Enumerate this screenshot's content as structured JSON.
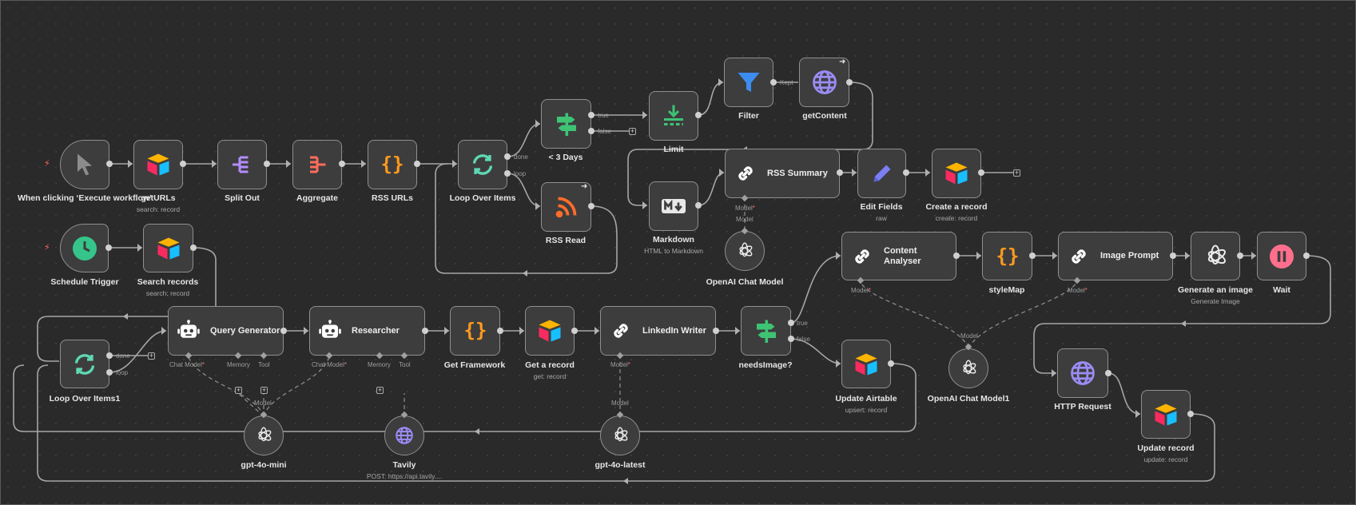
{
  "canvas": {
    "title": "n8n workflow editor"
  },
  "nodes": {
    "exec_trigger": {
      "name": "When clicking ‘Execute workflow’"
    },
    "get_urls": {
      "name": "getURLs",
      "sub": "search: record"
    },
    "split_out": {
      "name": "Split Out"
    },
    "aggregate": {
      "name": "Aggregate"
    },
    "rss_urls": {
      "name": "RSS URLs"
    },
    "loop_items": {
      "name": "Loop Over Items",
      "out_done": "done",
      "out_loop": "loop"
    },
    "three_days": {
      "name": "< 3 Days",
      "out_true": "true",
      "out_false": "false"
    },
    "rss_read": {
      "name": "RSS Read"
    },
    "limit": {
      "name": "Limit"
    },
    "filter": {
      "name": "Filter",
      "out_kept": "Kept"
    },
    "get_content": {
      "name": "getContent"
    },
    "markdown": {
      "name": "Markdown",
      "sub": "HTML to Markdown"
    },
    "rss_summary": {
      "name": "RSS Summary",
      "port_model": "Model"
    },
    "openai_model": {
      "name": "OpenAI Chat Model",
      "port_model": "Model"
    },
    "edit_fields": {
      "name": "Edit Fields",
      "sub": "raw"
    },
    "create_record": {
      "name": "Create a record",
      "sub": "create: record"
    },
    "schedule": {
      "name": "Schedule Trigger"
    },
    "search_records": {
      "name": "Search records",
      "sub": "search: record"
    },
    "loop_items1": {
      "name": "Loop Over Items1",
      "out_done": "done",
      "out_loop": "loop"
    },
    "query_gen": {
      "name": "Query Generator",
      "port_chat": "Chat Model",
      "port_memory": "Memory",
      "port_tool": "Tool"
    },
    "researcher": {
      "name": "Researcher",
      "port_chat": "Chat Model",
      "port_memory": "Memory",
      "port_tool": "Tool"
    },
    "get_framework": {
      "name": "Get Framework"
    },
    "get_record": {
      "name": "Get a record",
      "sub": "get: record"
    },
    "linkedin_writer": {
      "name": "LinkedIn Writer",
      "port_model": "Model"
    },
    "needs_image": {
      "name": "needsImage?",
      "out_true": "true",
      "out_false": "false"
    },
    "content_analyser": {
      "name": "Content Analyser",
      "port_model": "Model"
    },
    "style_map": {
      "name": "styleMap"
    },
    "image_prompt": {
      "name": "Image Prompt",
      "port_model": "Model"
    },
    "gen_image": {
      "name": "Generate an image",
      "sub": "Generate Image"
    },
    "wait": {
      "name": "Wait"
    },
    "update_airtable": {
      "name": "Update Airtable",
      "sub": "upsert: record"
    },
    "openai_model1": {
      "name": "OpenAI Chat Model1",
      "port_model": "Model"
    },
    "http_request": {
      "name": "HTTP Request"
    },
    "update_record": {
      "name": "Update record",
      "sub": "update: record"
    },
    "gpt4o_mini": {
      "name": "gpt-4o-mini",
      "port_model": "Model"
    },
    "tavily": {
      "name": "Tavily",
      "sub": "POST: https://api.tavily...."
    },
    "gpt4o_latest": {
      "name": "gpt-4o-latest",
      "port_model": "Model"
    }
  },
  "colors": {
    "canvas_bg": "#2a2a2a",
    "node_bg": "#3d3d3d",
    "node_border": "#8f8f8f",
    "edge": "#a6a6a6",
    "trigger_bolt": "#ff6d5a",
    "required_star": "#ff6b6b"
  }
}
